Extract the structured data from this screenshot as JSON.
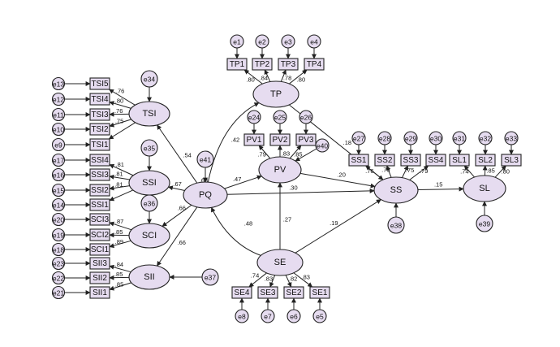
{
  "diagram": {
    "colors": {
      "fill": "#e6dcf0",
      "stroke": "#222222",
      "background": "#ffffff"
    },
    "latents": {
      "TP": "TP",
      "PV": "PV",
      "SS": "SS",
      "SL": "SL",
      "SE": "SE",
      "PQ": "PQ",
      "TSI": "TSI",
      "SSI": "SSI",
      "SCI": "SCI",
      "SII": "SII"
    },
    "indicators": {
      "TP1": "TP1",
      "TP2": "TP2",
      "TP3": "TP3",
      "TP4": "TP4",
      "PV1": "PV1",
      "PV2": "PV2",
      "PV3": "PV3",
      "SS1": "SS1",
      "SS2": "SS2",
      "SS3": "SS3",
      "SS4": "SS4",
      "SL1": "SL1",
      "SL2": "SL2",
      "SL3": "SL3",
      "SE4": "SE4",
      "SE3": "SE3",
      "SE2": "SE2",
      "SE1": "SE1",
      "TSI5": "TSI5",
      "TSI4": "TSI4",
      "TSI3": "TSI3",
      "TSI2": "TSI2",
      "TSI1": "TSI1",
      "SSI4": "SSI4",
      "SSI3": "SSI3",
      "SSI2": "SSI2",
      "SSI1": "SSI1",
      "SCI3": "SCI3",
      "SCI2": "SCI2",
      "SCI1": "SCI1",
      "SII3": "SII3",
      "SII2": "SII2",
      "SII1": "SII1"
    },
    "errors": {
      "e1": "e1",
      "e2": "e2",
      "e3": "e3",
      "e4": "e4",
      "e5": "e5",
      "e6": "e6",
      "e7": "e7",
      "e8": "e8",
      "e9": "e9",
      "e10": "e10",
      "e11": "e11",
      "e12": "e12",
      "e13": "e13",
      "e14": "e14",
      "e15": "e15",
      "e16": "e16",
      "e17": "e17",
      "e18": "e18",
      "e19": "e19",
      "e20": "e20",
      "e21": "e21",
      "e22": "e22",
      "e23": "e23",
      "e24": "e24",
      "e25": "e25",
      "e26": "e26",
      "e27": "e27",
      "e28": "e28",
      "e29": "e29",
      "e30": "e30",
      "e31": "e31",
      "e32": "e32",
      "e33": "e33",
      "e34": "e34",
      "e35": "e35",
      "e36": "e36",
      "e37": "e37",
      "e38": "e38",
      "e39": "e39",
      "e40": "e40",
      "e41": "e41"
    },
    "coefficients": {
      "tp1": ".80",
      "tp2": ".84",
      "tp3": ".78",
      "tp4": ".80",
      "pv1": ".79",
      "pv2": ".83",
      "pv3": ".85",
      "ss1": ".76",
      "ss2": ".76",
      "ss3": ".75",
      "ss4": ".79",
      "sl1": ".74",
      "sl2": ".85",
      "sl3": ".80",
      "se4": ".74",
      "se3": ".83",
      "se2": ".82",
      "se1": ".83",
      "tsi5": ".76",
      "tsi4": ".80",
      "tsi3": ".76",
      "tsi2": ".75",
      "ssi4": ".81",
      "ssi3": ".81",
      "ssi2": ".81",
      "sci3": ".87",
      "sci2": ".85",
      "sci1": ".89",
      "sii3": ".84",
      "sii2": ".85",
      "sii1": ".85",
      "pq_tsi": ".54",
      "pq_ssi": ".67",
      "pq_sci": ".66",
      "pq_sii": ".66",
      "pq_tp": ".42",
      "pq_pv": ".47",
      "pq_ss": ".30",
      "pq_r2": ".63",
      "tp_ss": ".18",
      "pv_ss": ".20",
      "ss_sl": ".15",
      "se_pq": ".48",
      "se_pv": ".27",
      "se_ss": ".19"
    }
  }
}
